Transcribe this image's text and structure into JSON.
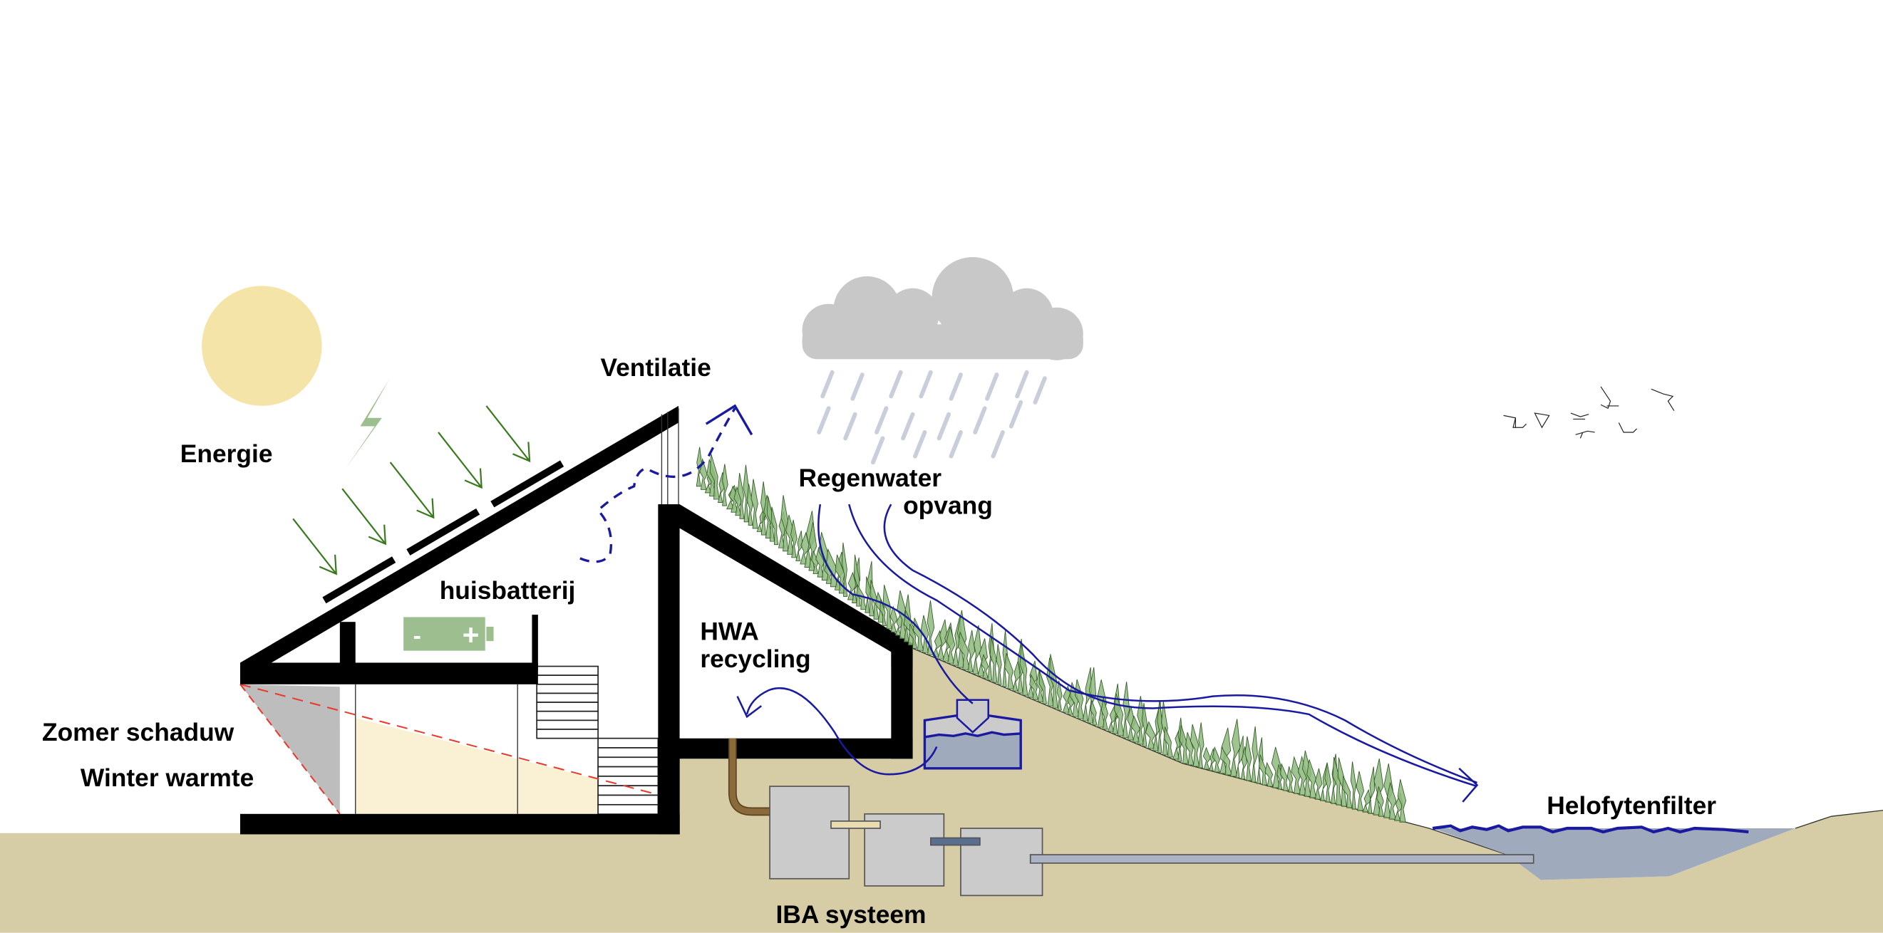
{
  "labels": {
    "energy": "Energie",
    "ventilation": "Ventilatie",
    "rainwater_line1": "Regenwater",
    "rainwater_line2": "opvang",
    "house_battery": "huisbatterij",
    "hwa_line1": "HWA",
    "hwa_line2": "recycling",
    "summer_shade": "Zomer schaduw",
    "winter_warmth": "Winter warmte",
    "iba_system": "IBA systeem",
    "helophyte_filter": "Helofytenfilter",
    "battery_minus": "-",
    "battery_plus": "+"
  },
  "colors": {
    "ground": "#d6cca6",
    "sun": "#f5e4a7",
    "cloud": "#c8c8c8",
    "rain": "#c9cedb",
    "water_flow": "#1a1aa0",
    "pond": "#a0aabd",
    "battery": "#9dbf8f",
    "energy_arrows": "#3a7a1e",
    "grass": "#8fba7e",
    "winter_light": "#faf1d4",
    "summer_shade": "#bdbdbd",
    "sun_angle_line": "#e8392b",
    "tank": "#cbcbcb",
    "drain_pipe": "#8a6a3a"
  },
  "icons": [
    "sun-icon",
    "lightning-icon",
    "cloud-icon",
    "battery-icon",
    "birds-icon",
    "solar-panel-icon"
  ]
}
